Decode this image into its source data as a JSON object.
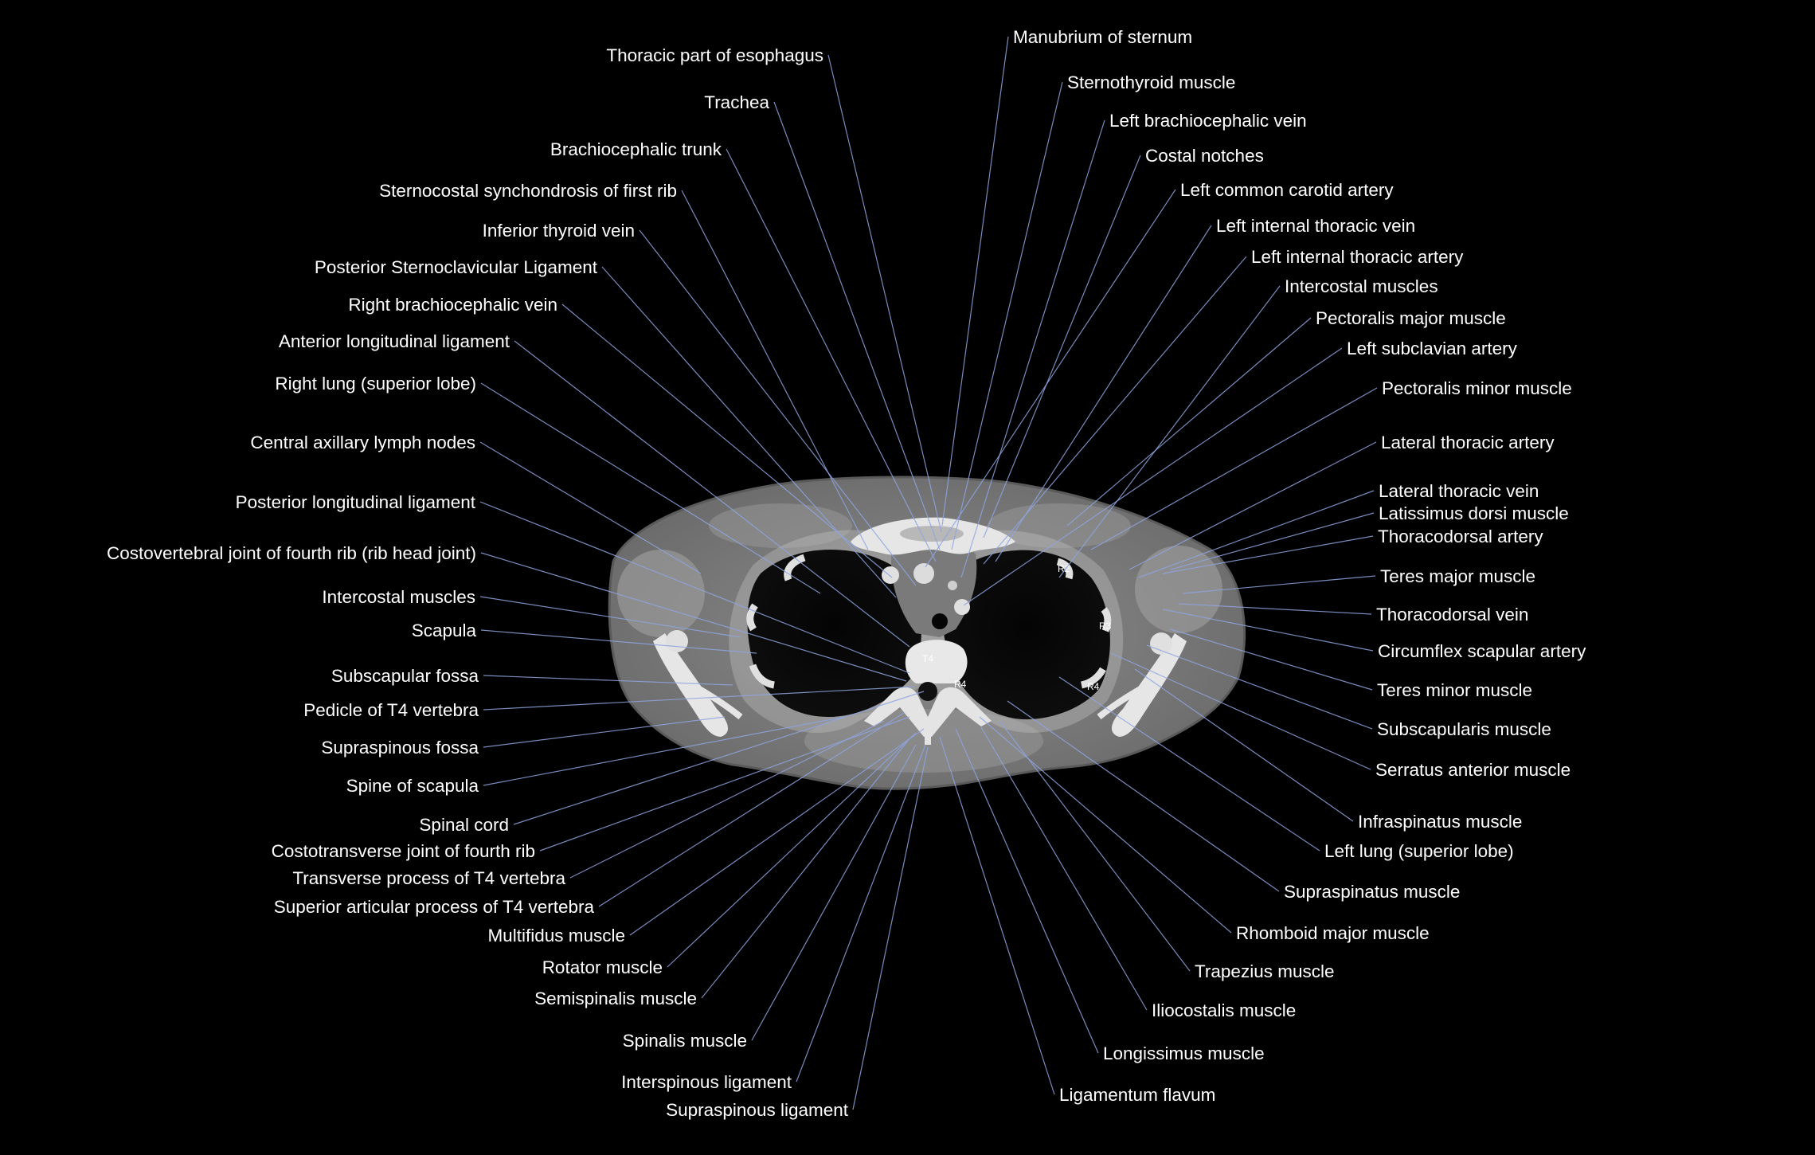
{
  "colors": {
    "background": "#000000",
    "label": "#ffffff",
    "leader": "#8ea4de"
  },
  "left_labels": [
    "Thoracic part of esophagus",
    "Trachea",
    "Brachiocephalic trunk",
    "Sternocostal synchondrosis of first rib",
    "Inferior thyroid vein",
    "Posterior Sternoclavicular Ligament",
    "Right brachiocephalic vein",
    "Anterior longitudinal ligament",
    "Right lung (superior lobe)",
    "Central axillary lymph nodes",
    "Posterior longitudinal ligament",
    "Costovertebral joint of fourth rib (rib head joint)",
    "Intercostal muscles",
    "Scapula",
    "Subscapular fossa",
    "Pedicle of T4 vertebra",
    "Supraspinous fossa",
    "Spine of scapula",
    "Spinal cord",
    "Costotransverse joint of fourth rib",
    "Transverse process of T4 vertebra",
    "Superior articular process of T4 vertebra",
    "Multifidus muscle",
    "Rotator muscle",
    "Semispinalis muscle",
    "Spinalis muscle",
    "Interspinous ligament",
    "Supraspinous ligament"
  ],
  "right_labels": [
    "Manubrium of sternum",
    "Sternothyroid muscle",
    "Left brachiocephalic vein",
    "Costal notches",
    "Left common carotid artery",
    "Left internal thoracic vein",
    "Left internal thoracic artery",
    "Intercostal muscles",
    "Pectoralis major muscle",
    "Left subclavian artery",
    "Pectoralis minor muscle",
    "Lateral thoracic artery",
    "Lateral thoracic vein",
    "Latissimus dorsi muscle",
    "Thoracodorsal artery",
    "Teres major muscle",
    "Thoracodorsal vein",
    "Circumflex scapular artery",
    "Teres minor muscle",
    "Subscapularis muscle",
    "Serratus anterior muscle",
    "Infraspinatus muscle",
    "Left lung (superior lobe)",
    "Supraspinatus muscle",
    "Rhomboid major muscle",
    "Trapezius muscle",
    "Iliocostalis muscle",
    "Longissimus muscle",
    "Ligamentum flavum"
  ],
  "image_markers": {
    "vertebra": "T4",
    "rib_r2": "R2",
    "rib_r3": "R3",
    "rib_r4_left": "R4",
    "rib_r4_right": "R4"
  }
}
